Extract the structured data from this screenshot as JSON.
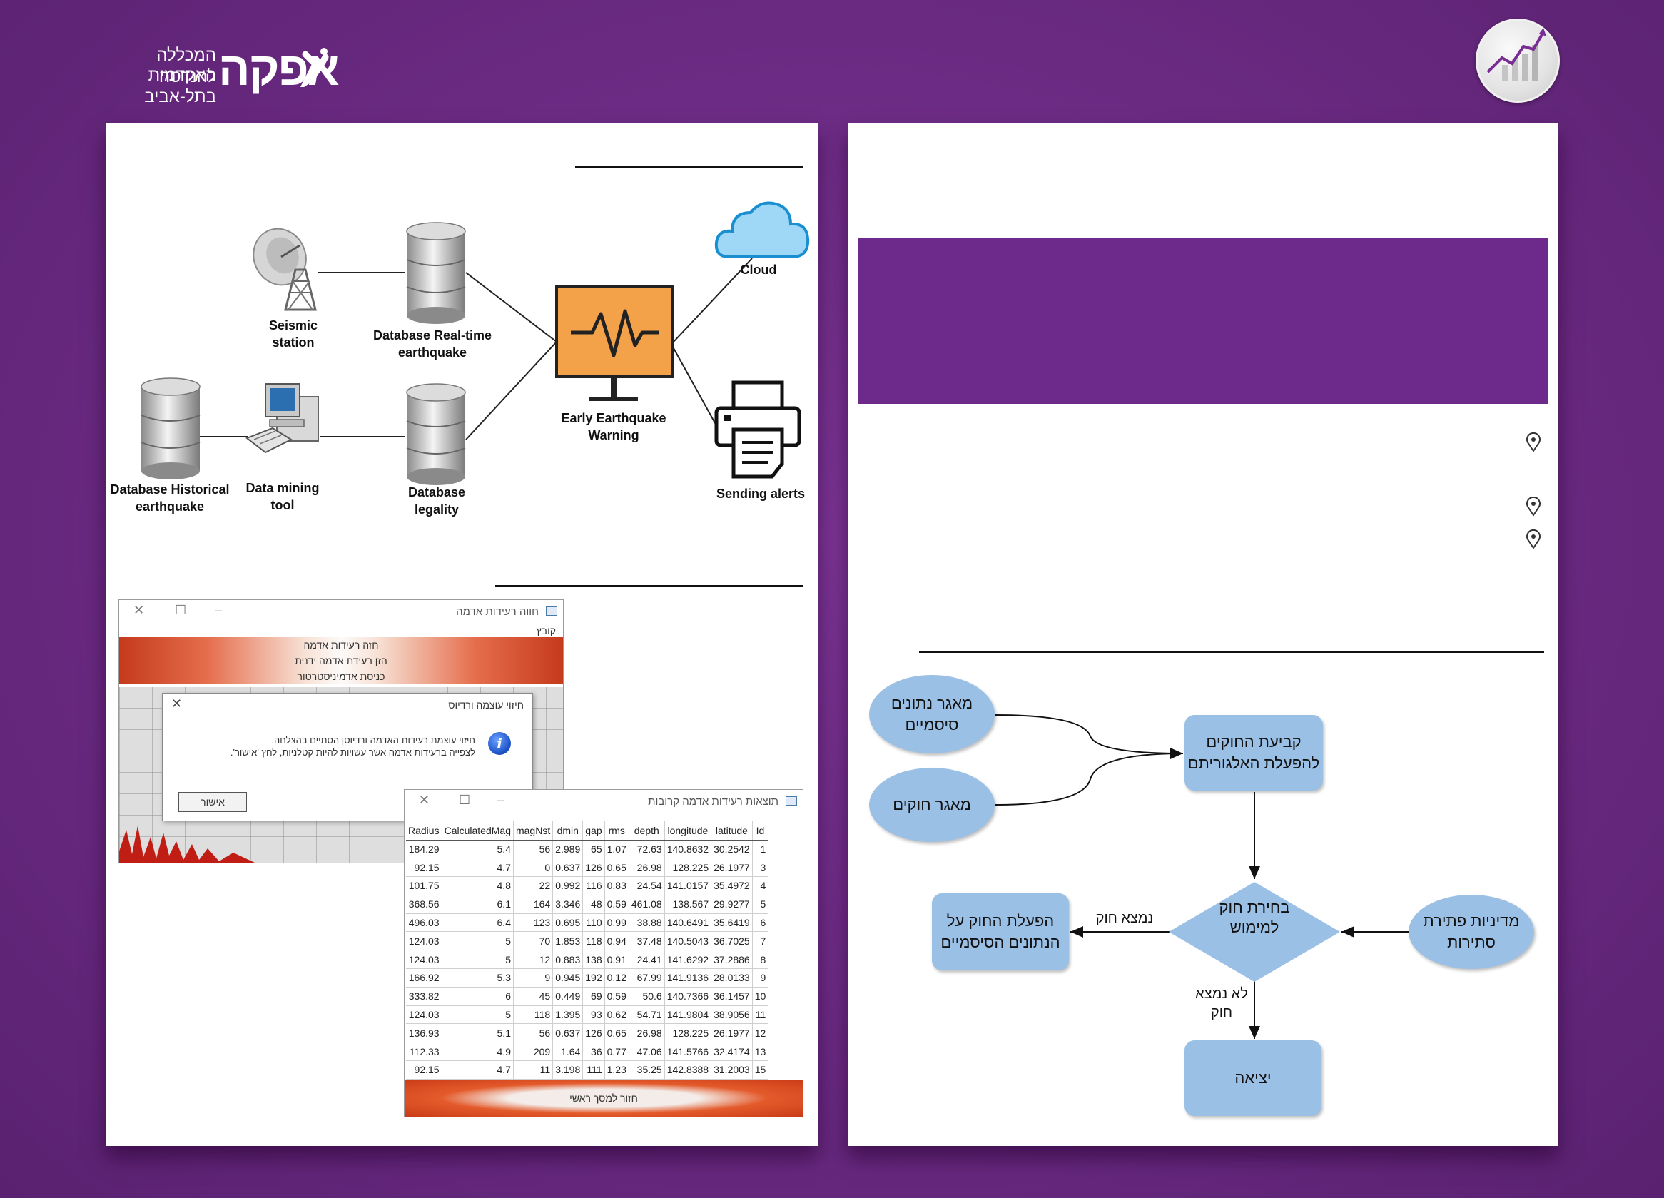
{
  "branding": {
    "name": "אפקה",
    "line1": "המכללה האקדמית",
    "line2": "להנדסה בתל-אביב"
  },
  "architecture": {
    "seismic_station": "Seismic station",
    "db_realtime_1": "Database Real-time",
    "db_realtime_2": "earthquake",
    "early_warning_1": "Early Earthquake",
    "early_warning_2": "Warning",
    "cloud": "Cloud",
    "sending_alerts": "Sending alerts",
    "db_historical_1": "Database Historical",
    "db_historical_2": "earthquake",
    "data_mining_1": "Data mining",
    "data_mining_2": "tool",
    "db_legality_1": "Database",
    "db_legality_2": "legality"
  },
  "app_window": {
    "title": "חווה רעידות אדמה",
    "menu_file": "קובץ",
    "buttons": [
      "חזה רעידות אדמה",
      "הזן רעידת אדמה ידנית",
      "כניסת אדמיניסטרטור"
    ],
    "dialog": {
      "title": "חיזוי עוצמה ורדיוס",
      "line1": "חיזוי עוצמת רעידות האדמה ורדיוסן הסתיים בהצלחה.",
      "line2": "לצפייה ברעידות אדמה אשר עשויות להיות קטלניות, לחץ 'אישור'.",
      "ok": "אישור"
    }
  },
  "results_window": {
    "title": "תוצאות רעידות אדמה קרובות",
    "columns": [
      "Radius",
      "CalculatedMag",
      "magNst",
      "dmin",
      "gap",
      "rms",
      "depth",
      "longitude",
      "latitude",
      "Id"
    ],
    "rows": [
      [
        "184.29",
        "5.4",
        "56",
        "2.989",
        "65",
        "1.07",
        "72.63",
        "140.8632",
        "30.2542",
        "1"
      ],
      [
        "92.15",
        "4.7",
        "0",
        "0.637",
        "126",
        "0.65",
        "26.98",
        "128.225",
        "26.1977",
        "3"
      ],
      [
        "101.75",
        "4.8",
        "22",
        "0.992",
        "116",
        "0.83",
        "24.54",
        "141.0157",
        "35.4972",
        "4"
      ],
      [
        "368.56",
        "6.1",
        "164",
        "3.346",
        "48",
        "0.59",
        "461.08",
        "138.567",
        "29.9277",
        "5"
      ],
      [
        "496.03",
        "6.4",
        "123",
        "0.695",
        "110",
        "0.99",
        "38.88",
        "140.6491",
        "35.6419",
        "6"
      ],
      [
        "124.03",
        "5",
        "70",
        "1.853",
        "118",
        "0.94",
        "37.48",
        "140.5043",
        "36.7025",
        "7"
      ],
      [
        "124.03",
        "5",
        "12",
        "0.883",
        "138",
        "0.91",
        "24.41",
        "141.6292",
        "37.2886",
        "8"
      ],
      [
        "166.92",
        "5.3",
        "9",
        "0.945",
        "192",
        "0.12",
        "67.99",
        "141.9136",
        "28.0133",
        "9"
      ],
      [
        "333.82",
        "6",
        "45",
        "0.449",
        "69",
        "0.59",
        "50.6",
        "140.7366",
        "36.1457",
        "10"
      ],
      [
        "124.03",
        "5",
        "118",
        "1.395",
        "93",
        "0.62",
        "54.71",
        "141.9804",
        "38.9056",
        "11"
      ],
      [
        "136.93",
        "5.1",
        "56",
        "0.637",
        "126",
        "0.65",
        "26.98",
        "128.225",
        "26.1977",
        "12"
      ],
      [
        "112.33",
        "4.9",
        "209",
        "1.64",
        "36",
        "0.77",
        "47.06",
        "141.5766",
        "32.4174",
        "13"
      ],
      [
        "92.15",
        "4.7",
        "11",
        "3.198",
        "111",
        "1.23",
        "35.25",
        "142.8388",
        "31.2003",
        "15"
      ]
    ],
    "back_button": "חזור למסך ראשי"
  },
  "flowchart": {
    "seismic_data_store": "מאגר נתונים סיסמיים",
    "rules_store": "מאגר חוקים",
    "determine_rules": "קביעת החוקים להפעלת האלגוריתם",
    "choose_rule": "בחירת חוק למימוש",
    "conflict_policy": "מדיניות פתירת סתירות",
    "apply_rule": "הפעלת החוק על הנתונים הסיסמיים",
    "exit": "יציאה",
    "rule_found": "נמצא חוק",
    "no_rule_found_1": "לא נמצא",
    "no_rule_found_2": "חוק"
  },
  "colors": {
    "background": "#6a2a82",
    "banner": "#6d2a8a",
    "flow_fill": "#9bc0e6",
    "monitor": "#f4a24a",
    "cloud": "#9fd7f7"
  }
}
